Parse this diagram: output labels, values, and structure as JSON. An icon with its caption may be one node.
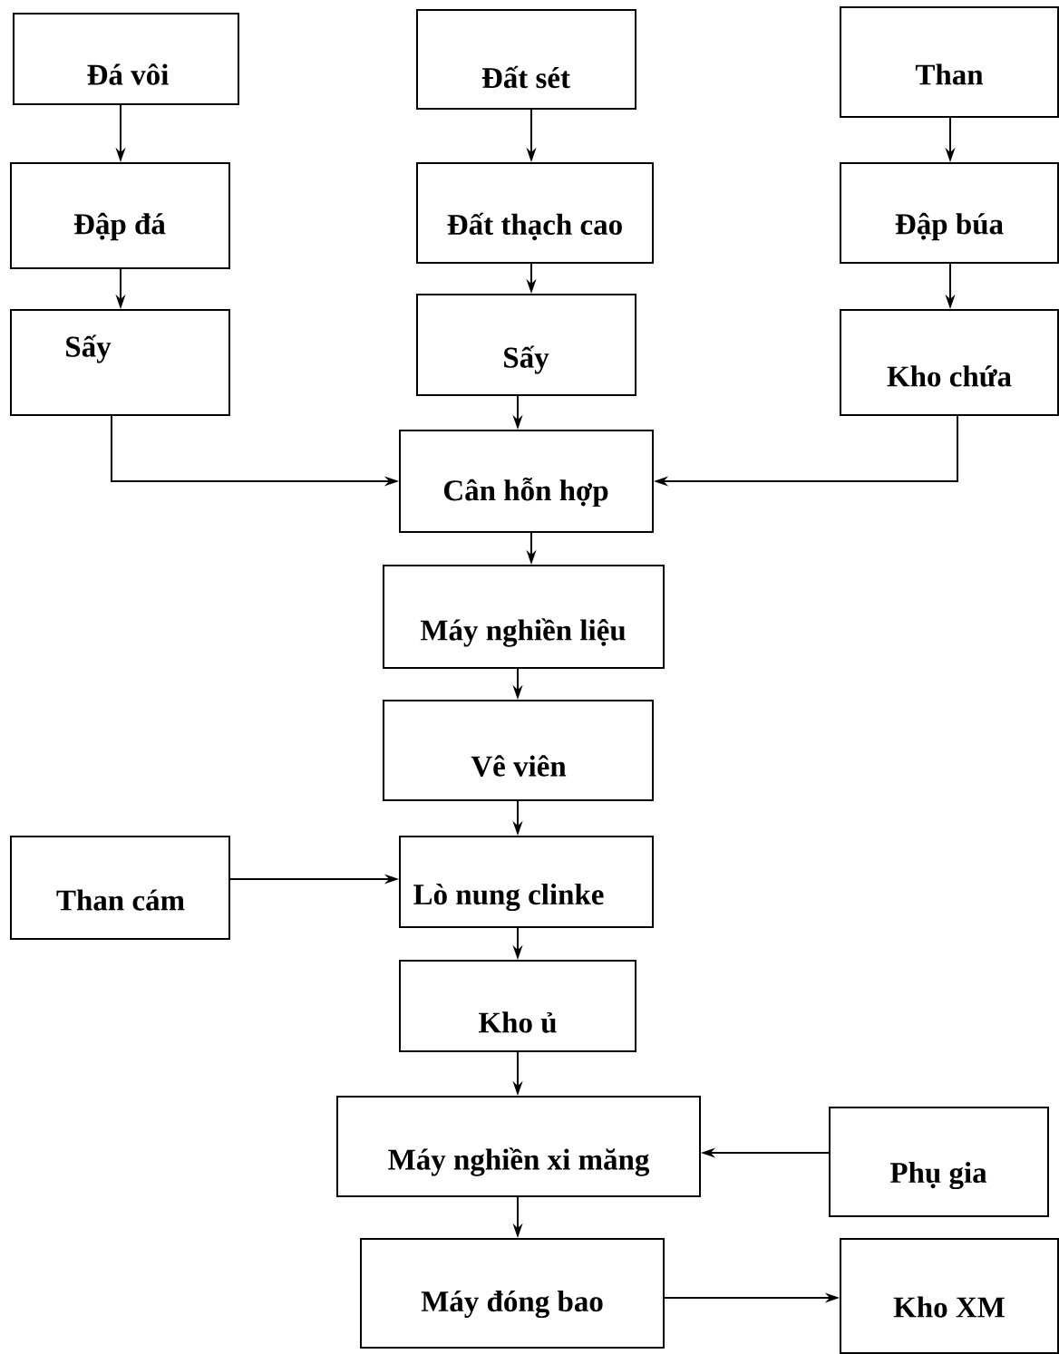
{
  "diagram": {
    "nodes": [
      {
        "text": [
          "Đá vôi"
        ]
      },
      {
        "text": [
          "Đất sét"
        ]
      },
      {
        "text": [
          "Than"
        ]
      },
      {
        "text": [
          "Đập đá"
        ]
      },
      {
        "text": [
          "Đất thạch cao"
        ]
      },
      {
        "text": [
          "Đập búa"
        ]
      },
      {
        "text": [
          "Sấy"
        ]
      },
      {
        "text": [
          "Sấy"
        ]
      },
      {
        "text": [
          "Kho chứa"
        ]
      },
      {
        "text": [
          "Cân hỗn hợp"
        ]
      },
      {
        "text": [
          "Máy nghiền liệu"
        ]
      },
      {
        "text": [
          "Vê viên"
        ]
      },
      {
        "text": [
          "Than cám"
        ]
      },
      {
        "text": [
          "Lò nung clinke"
        ]
      },
      {
        "text": [
          "Kho ủ"
        ]
      },
      {
        "text": [
          "Máy nghiền xi măng"
        ]
      },
      {
        "text": [
          "Phụ gia"
        ]
      },
      {
        "text": [
          "Máy đóng bao"
        ]
      },
      {
        "text": [
          "Kho XM"
        ]
      }
    ],
    "edges": [
      {
        "from": 0,
        "to": 3,
        "arrow": "to"
      },
      {
        "from": 3,
        "to": 6,
        "arrow": "to"
      },
      {
        "from": 1,
        "to": 4,
        "arrow": "to"
      },
      {
        "from": 4,
        "to": 7,
        "arrow": "to"
      },
      {
        "from": 2,
        "to": 5,
        "arrow": "to"
      },
      {
        "from": 5,
        "to": 8,
        "arrow": "to"
      },
      {
        "from": 6,
        "to": 9,
        "arrow": "to"
      },
      {
        "from": 7,
        "to": 9,
        "arrow": "to"
      },
      {
        "from": 8,
        "to": 9,
        "arrow": "to"
      },
      {
        "from": 9,
        "to": 10,
        "arrow": "to"
      },
      {
        "from": 10,
        "to": 11,
        "arrow": "to"
      },
      {
        "from": 11,
        "to": 13,
        "arrow": "to"
      },
      {
        "from": 12,
        "to": 13,
        "arrow": "to"
      },
      {
        "from": 13,
        "to": 14,
        "arrow": "to"
      },
      {
        "from": 14,
        "to": 15,
        "arrow": "to"
      },
      {
        "from": 16,
        "to": 15,
        "arrow": "to"
      },
      {
        "from": 15,
        "to": 17,
        "arrow": "to"
      },
      {
        "from": 17,
        "to": 18,
        "arrow": "to"
      }
    ]
  }
}
